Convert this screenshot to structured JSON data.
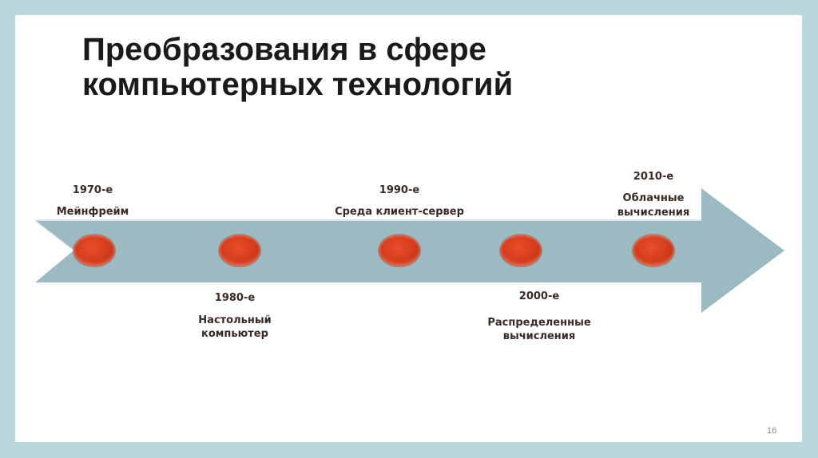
{
  "slide": {
    "title_line1": "Преобразования в сфере",
    "title_line2": "компьютерных технологий",
    "page_number": "16"
  },
  "colors": {
    "border": "#bcd7db",
    "arrow": "#9bbac1",
    "dot": "#d23a1a",
    "text": "#3a2a24"
  },
  "timeline": {
    "events": [
      {
        "decade": "1970-е",
        "label_line1": "Мейнфрейм",
        "label_line2": "",
        "position": "above"
      },
      {
        "decade": "1980-е",
        "label_line1": "Настольный",
        "label_line2": "компьютер",
        "position": "below"
      },
      {
        "decade": "1990-е",
        "label_line1": "Среда клиент-сервер",
        "label_line2": "",
        "position": "above"
      },
      {
        "decade": "2000-е",
        "label_line1": "Распределенные",
        "label_line2": "вычисления",
        "position": "below"
      },
      {
        "decade": "2010-е",
        "label_line1": "Облачные",
        "label_line2": "вычисления",
        "position": "above"
      }
    ]
  }
}
